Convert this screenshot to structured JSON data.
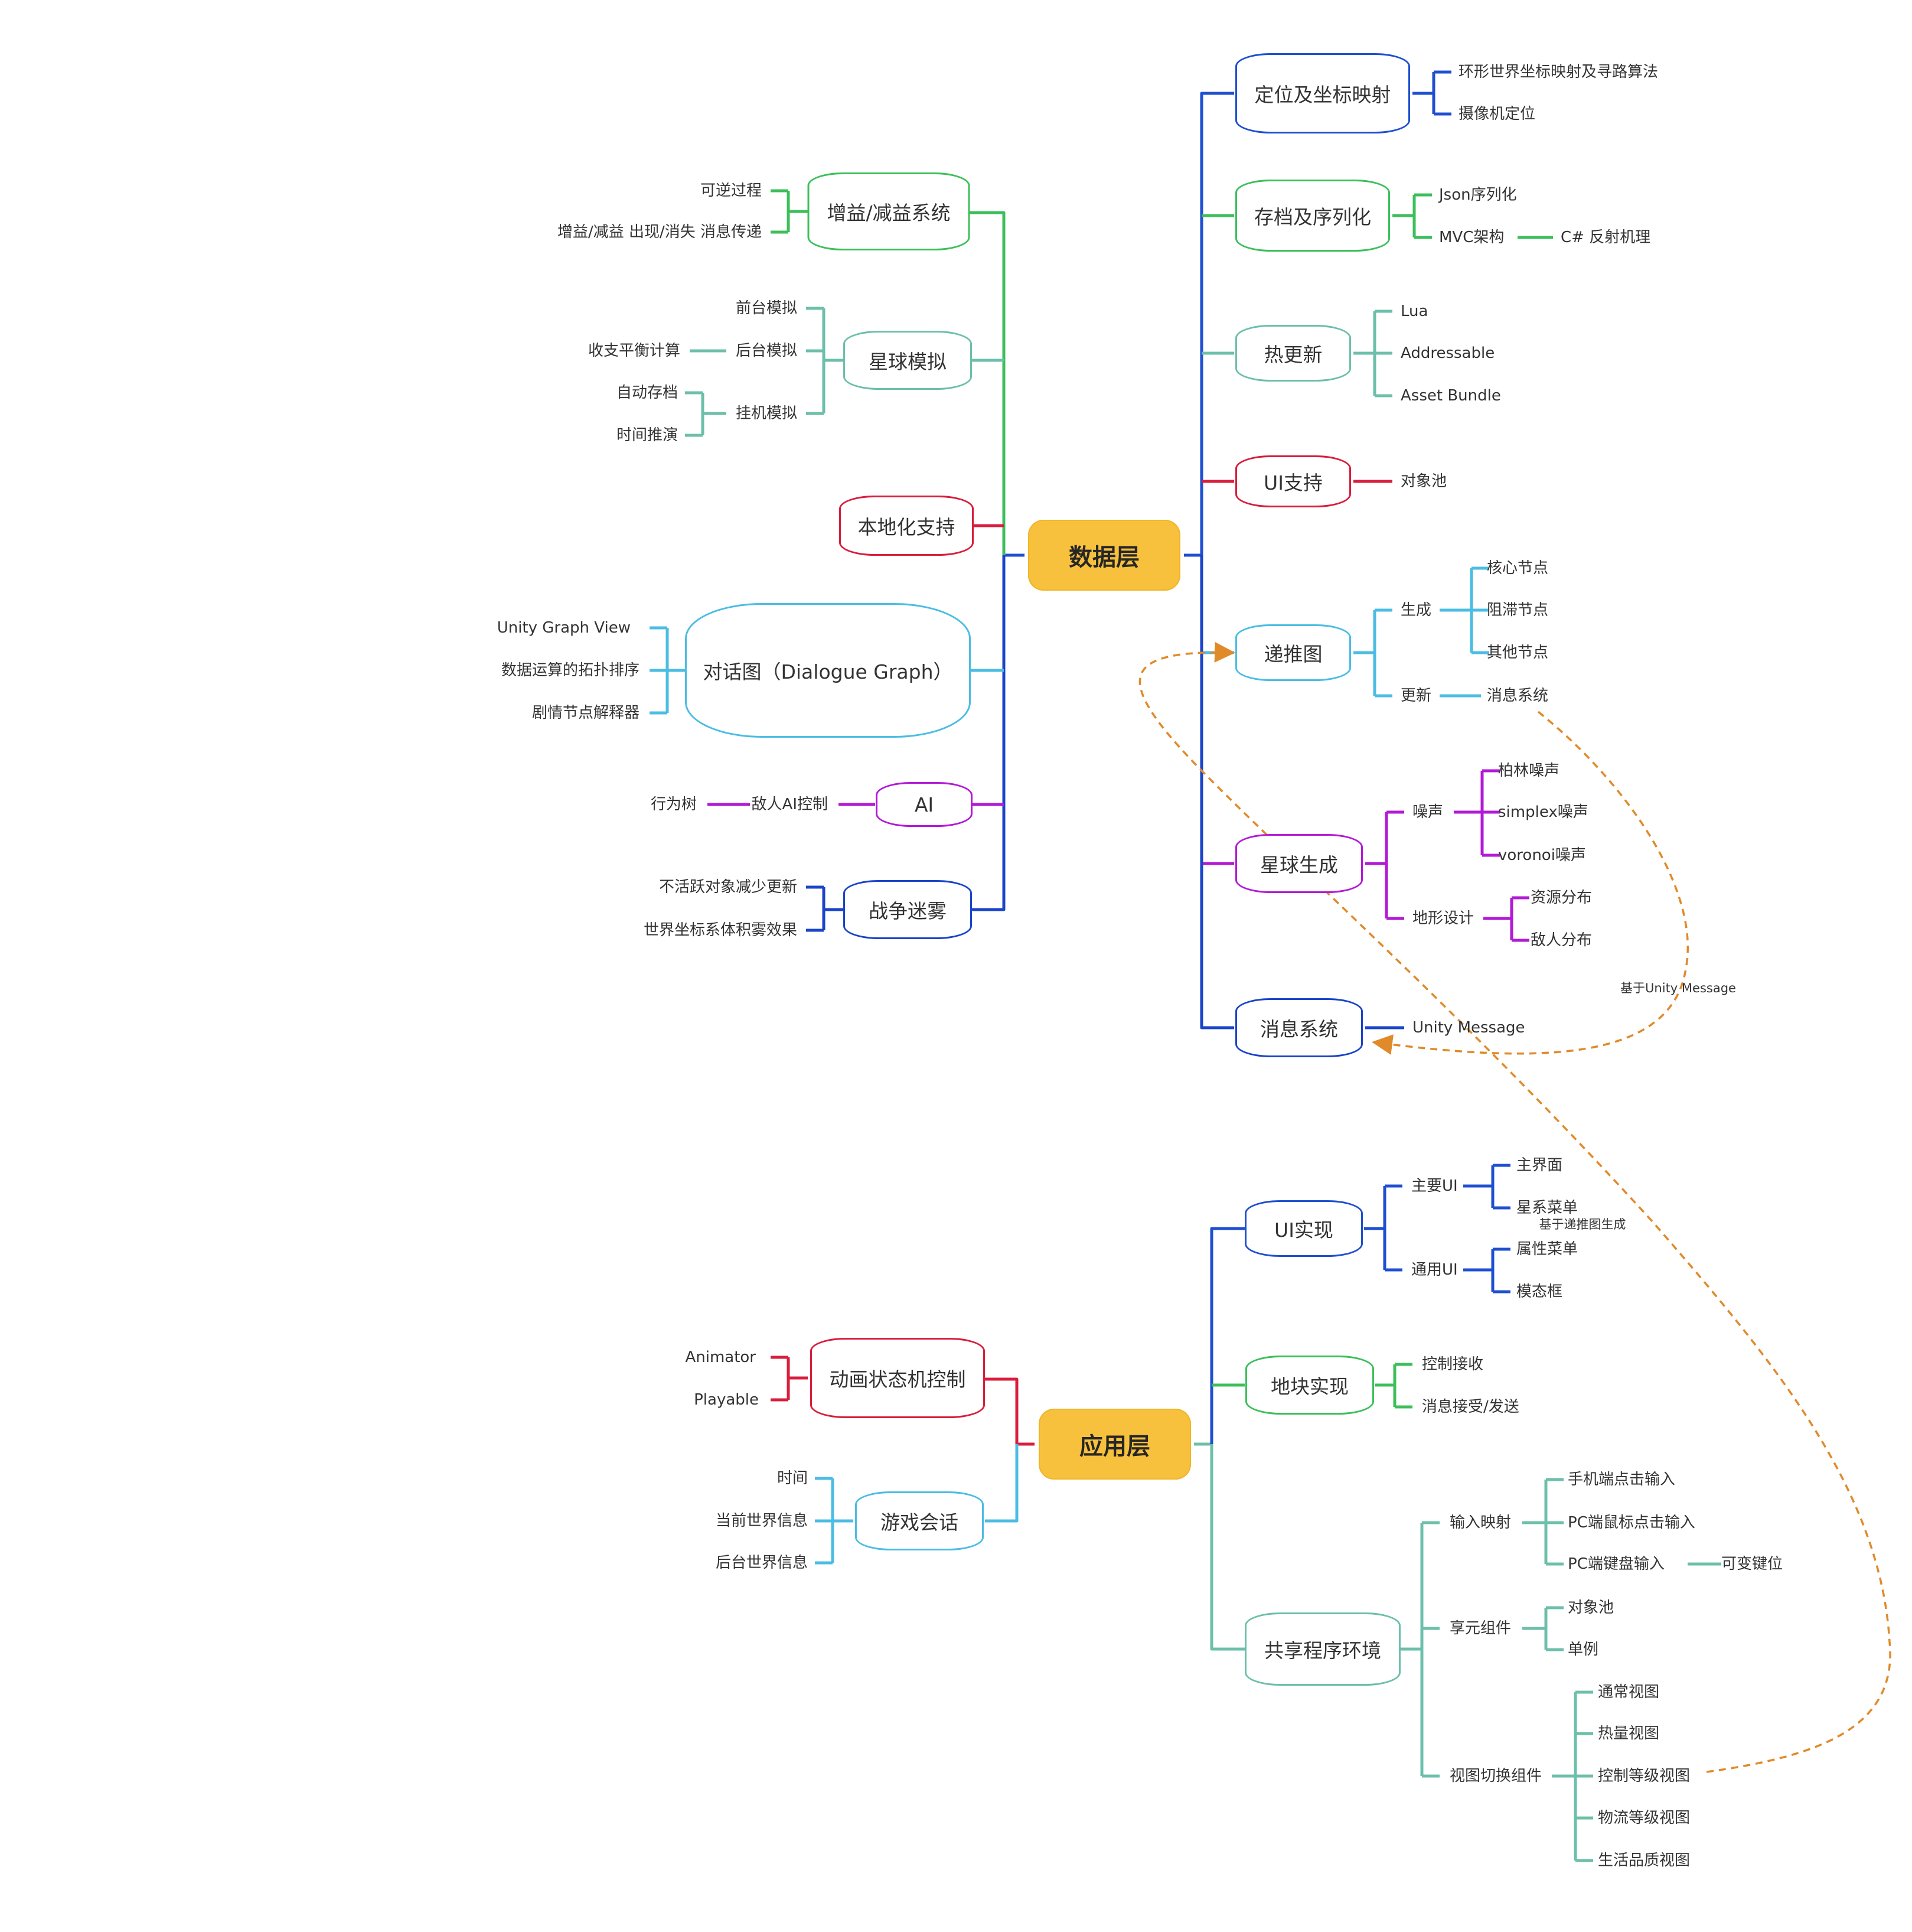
{
  "data_layer": {
    "title": "数据层",
    "left": {
      "buff": {
        "title": "增益/减益系统",
        "leaves": [
          "可逆过程",
          "增益/减益 出现/消失 消息传递"
        ]
      },
      "planet_sim": {
        "title": "星球模拟",
        "leaves": [
          "前台模拟",
          "后台模拟",
          "挂机模拟"
        ],
        "sub_backend": "收支平衡计算",
        "sub_idle": [
          "自动存档",
          "时间推演"
        ]
      },
      "localization": {
        "title": "本地化支持"
      },
      "dialogue": {
        "title": "对话图（Dialogue Graph）",
        "leaves": [
          "Unity Graph View",
          "数据运算的拓扑排序",
          "剧情节点解释器"
        ]
      },
      "ai": {
        "title": "AI",
        "leaf": "敌人AI控制",
        "sub": "行为树"
      },
      "fog": {
        "title": "战争迷雾",
        "leaves": [
          "不活跃对象减少更新",
          "世界坐标系体积雾效果"
        ]
      }
    },
    "right": {
      "coord": {
        "title": "定位及坐标映射",
        "leaves": [
          "环形世界坐标映射及寻路算法",
          "摄像机定位"
        ]
      },
      "save": {
        "title": "存档及序列化",
        "leaves": [
          "Json序列化",
          "MVC架构"
        ],
        "sub": "C# 反射机理"
      },
      "hotfix": {
        "title": "热更新",
        "leaves": [
          "Lua",
          "Addressable",
          "Asset Bundle"
        ]
      },
      "ui": {
        "title": "UI支持",
        "leaf": "对象池"
      },
      "graph": {
        "title": "递推图",
        "gen": "生成",
        "gen_leaves": [
          "核心节点",
          "阻滞节点",
          "其他节点"
        ],
        "update": "更新",
        "update_leaf": "消息系统"
      },
      "planet_gen": {
        "title": "星球生成",
        "noise": "噪声",
        "noise_leaves": [
          "柏林噪声",
          "simplex噪声",
          "voronoi噪声"
        ],
        "terrain": "地形设计",
        "terrain_leaves": [
          "资源分布",
          "敌人分布"
        ]
      },
      "msg": {
        "title": "消息系统",
        "leaf": "Unity Message"
      }
    },
    "notes": {
      "unity_message": "基于Unity Message"
    }
  },
  "app_layer": {
    "title": "应用层",
    "left": {
      "anim": {
        "title": "动画状态机控制",
        "leaves": [
          "Animator",
          "Playable"
        ]
      },
      "session": {
        "title": "游戏会话",
        "leaves": [
          "时间",
          "当前世界信息",
          "后台世界信息"
        ]
      }
    },
    "right": {
      "ui_impl": {
        "title": "UI实现",
        "main": "主要UI",
        "main_leaves": [
          "主界面",
          "星系菜单"
        ],
        "common": "通用UI",
        "common_leaves": [
          "属性菜单",
          "模态框"
        ]
      },
      "tile": {
        "title": "地块实现",
        "leaves": [
          "控制接收",
          "消息接受/发送"
        ]
      },
      "shared": {
        "title": "共享程序环境",
        "input": "输入映射",
        "input_leaves": [
          "手机端点击输入",
          "PC端鼠标点击输入",
          "PC端键盘输入"
        ],
        "input_sub": "可变键位",
        "flyweight": "享元组件",
        "flyweight_leaves": [
          "对象池",
          "单例"
        ],
        "view": "视图切换组件",
        "view_leaves": [
          "通常视图",
          "热量视图",
          "控制等级视图",
          "物流等级视图",
          "生活品质视图"
        ]
      }
    },
    "notes": {
      "graph_gen": "基于递推图生成"
    }
  },
  "colors": {
    "blue": "#1f4fd1",
    "green": "#3cbf5a",
    "teal": "#6cbfaa",
    "red": "#d81e3c",
    "cyan": "#4bbde3",
    "purple": "#b21ad6",
    "navy": "#1a44c9",
    "orange": "#e08a2a",
    "gold": "#f7c13d"
  }
}
